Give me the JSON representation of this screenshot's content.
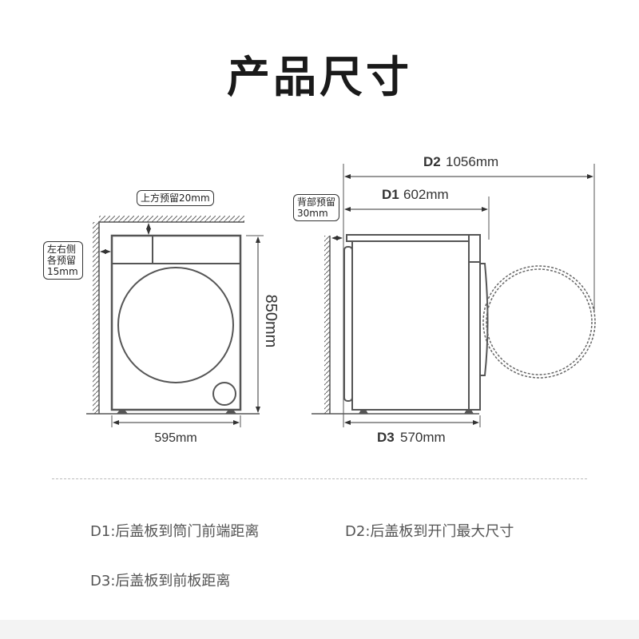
{
  "title": "产品尺寸",
  "front_view": {
    "top_clearance": "上方预留20mm",
    "side_clearance_line1": "左右侧",
    "side_clearance_line2": "各预留",
    "side_clearance_line3": "15mm",
    "height": "850mm",
    "width": "595mm"
  },
  "side_view": {
    "back_clearance_line1": "背部预留",
    "back_clearance_line2": "30mm",
    "d2_key": "D2",
    "d2_value": "1056mm",
    "d1_key": "D1",
    "d1_value": "602mm",
    "d3_key": "D3",
    "d3_value": "570mm"
  },
  "legend": {
    "d1": "D1:后盖板到筒门前端距离",
    "d2": "D2:后盖板到开门最大尺寸",
    "d3": "D3:后盖板到前板距离"
  },
  "colors": {
    "line": "#555555",
    "text": "#333333",
    "legend_text": "#555555",
    "footer_bg": "#f3f3f3"
  }
}
